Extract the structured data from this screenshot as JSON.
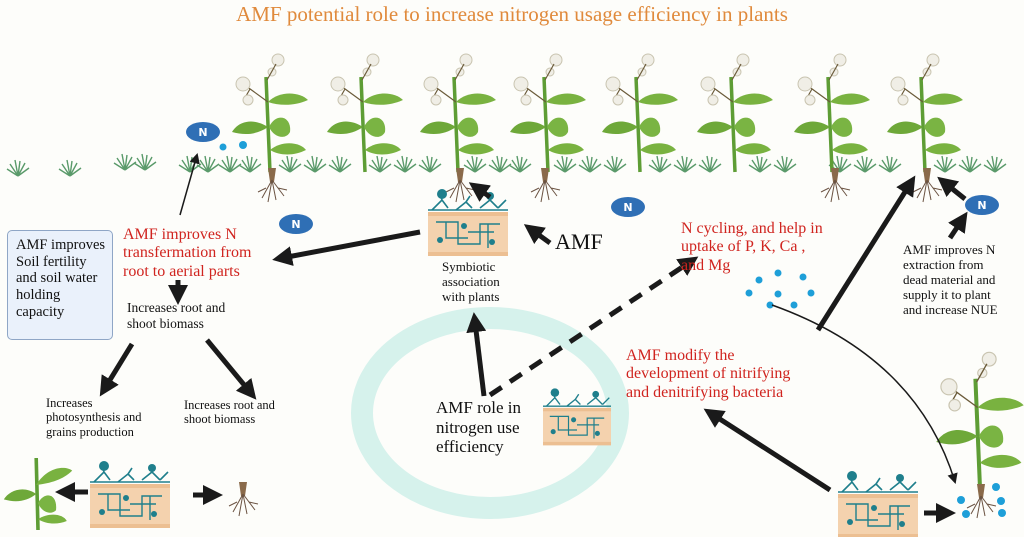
{
  "title": "AMF potential role to increase nitrogen usage efficiency in plants",
  "colors": {
    "title": "#e08a3c",
    "highlight_text": "#d0241f",
    "body_text": "#111111",
    "nitrogen_badge": "#2f6fb5",
    "nutrient_dots": "#1e9fd8",
    "ring": "#d6f2ec",
    "box_fill": "#eaf1fb",
    "hyphae": "#1f7f8c",
    "soil": "#f3cfa8",
    "leaf": "#72ad3b"
  },
  "icons": {
    "nitrogen": "N",
    "nitrogen_badge_name": "nitrogen-badge-icon",
    "plant_name": "cotton-plant-icon",
    "grass_name": "grass-tuft-icon",
    "mycorrhiza_name": "mycorrhiza-soil-icon",
    "roots_name": "roots-icon"
  },
  "labels": {
    "soil_box": [
      "AMF improves",
      "Soil fertility",
      "and soil water",
      "holding",
      "capacity"
    ],
    "n_transformation": [
      "AMF improves  N",
      "transfermation from",
      "root to aerial parts"
    ],
    "root_shoot_1": [
      "Increases root and",
      "shoot biomass"
    ],
    "photosynthesis": [
      "Increases",
      "photosynthesis and",
      "grains production"
    ],
    "root_shoot_2": [
      "Increases root and",
      "shoot biomass"
    ],
    "symbiotic": [
      "Symbiotic",
      "association",
      "with plants"
    ],
    "amf": "AMF",
    "center": [
      "AMF role in",
      "nitrogen use",
      "efficiency"
    ],
    "n_cycling": [
      "N cycling, and help in",
      "uptake of P, K, Ca ,",
      "and Mg"
    ],
    "n_extraction": [
      "AMF improves N",
      "extraction  from",
      "dead material and",
      "supply it to plant",
      "and increase NUE"
    ],
    "bacteria": [
      "AMF modify the",
      "development of nitrifying",
      "and denitrifying bacteria"
    ]
  }
}
